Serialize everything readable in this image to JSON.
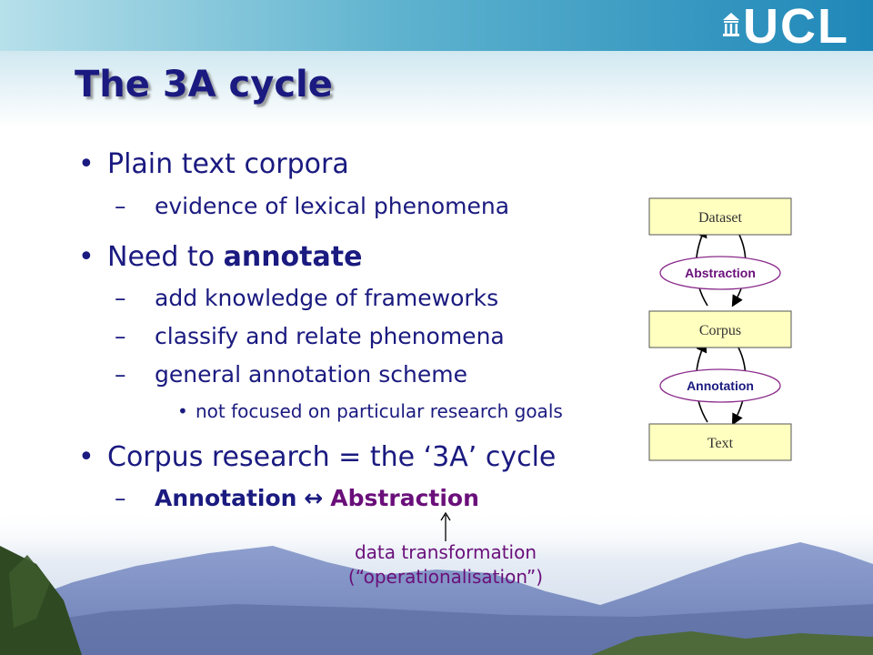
{
  "header": {
    "logo_text": "UCL"
  },
  "title": "The 3A cycle",
  "bullets": {
    "b1": "Plain text corpora",
    "b1_sub": "evidence of lexical phenomena",
    "b2_pre": "Need to ",
    "b2_strong": "annotate",
    "b2_subs": [
      "add knowledge of frameworks",
      "classify and relate phenomena",
      "general annotation scheme"
    ],
    "b2_subsub": "not focused on particular research goals",
    "b3": "Corpus research = the ‘3A’ cycle",
    "b3_annotation": "Annotation",
    "b3_arrow": "↔",
    "b3_abstraction": "Abstraction",
    "dash": "–"
  },
  "note": {
    "line1": "data transformation",
    "line2": "(“operationalisation”)"
  },
  "diagram": {
    "dataset": "Dataset",
    "abstraction": "Abstraction",
    "corpus": "Corpus",
    "annotation": "Annotation",
    "text": "Text"
  },
  "colors": {
    "text": "#1a1a80",
    "accent": "#6a0f7a",
    "box_fill": "#ffffc0",
    "ellipse_stroke": "#8a2a8a"
  }
}
